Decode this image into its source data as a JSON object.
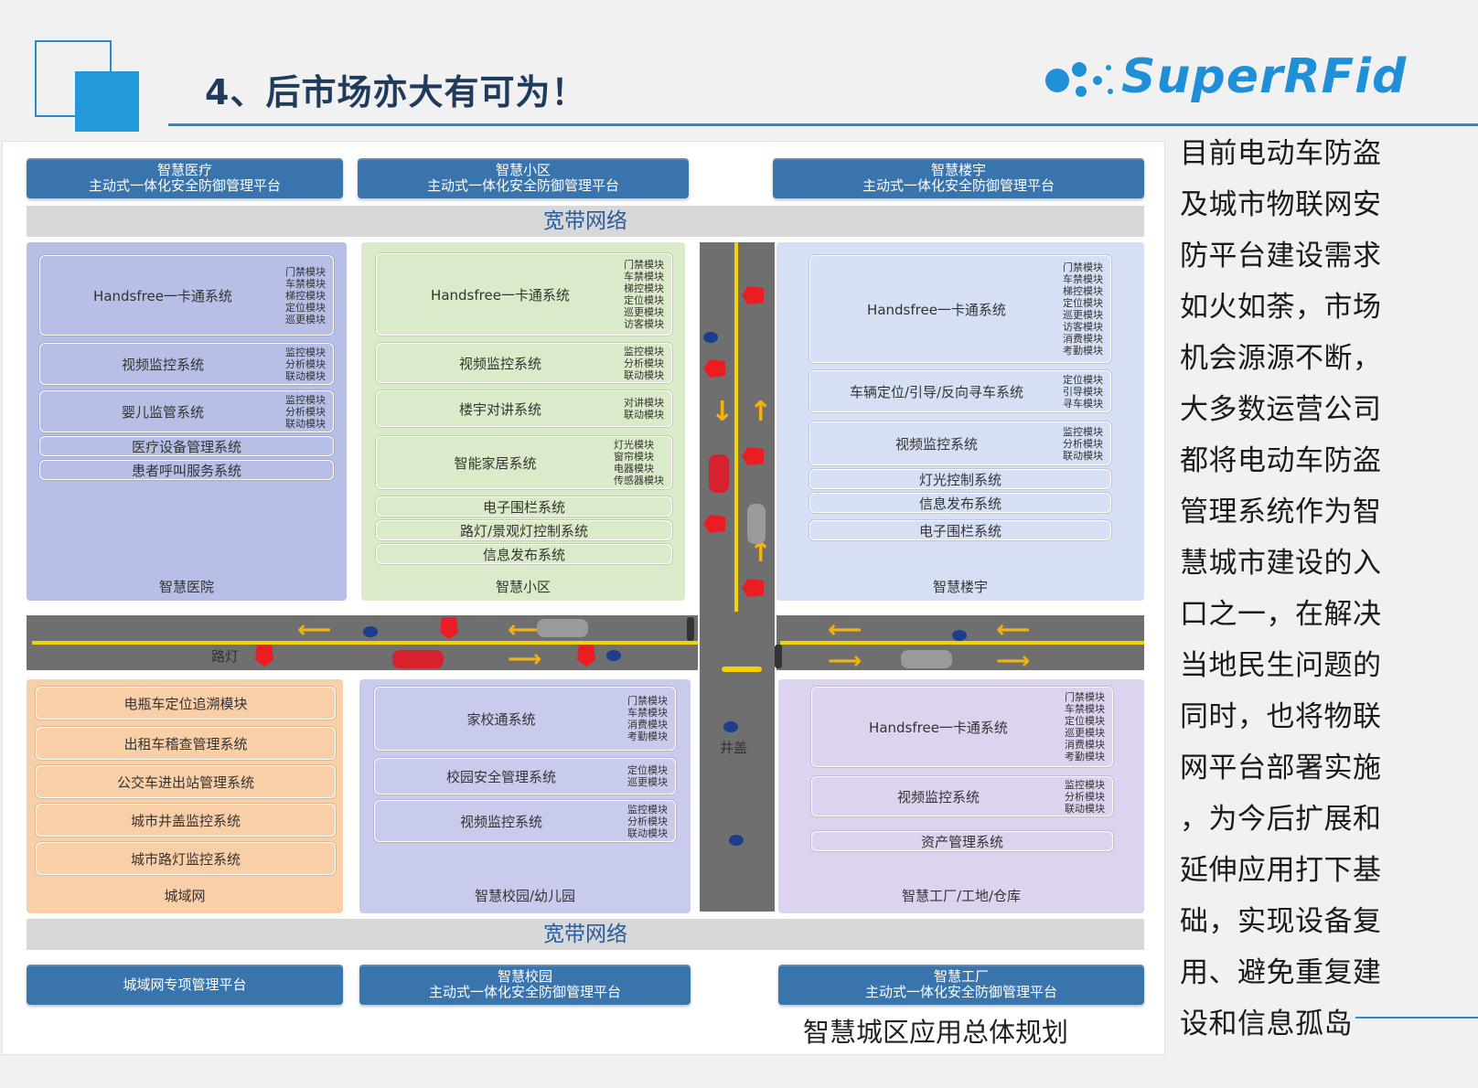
{
  "slide": {
    "title": "4、后市场亦大有可为！",
    "logo_text": "SuperRFid"
  },
  "colors": {
    "accent": "#2e8ad0",
    "platform": "#3a74ad",
    "zone_medical": "#b7bfe6",
    "zone_community": "#dbebc9",
    "zone_building": "#d6dff3",
    "zone_city": "#f9cfa8",
    "zone_school": "#c9cbec",
    "zone_factory": "#ddd3ee"
  },
  "platforms": {
    "top_left": {
      "line1": "智慧医疗",
      "line2": "主动式一体化安全防御管理平台"
    },
    "top_mid": {
      "line1": "智慧小区",
      "line2": "主动式一体化安全防御管理平台"
    },
    "top_right": {
      "line1": "智慧楼宇",
      "line2": "主动式一体化安全防御管理平台"
    },
    "bottom_left": {
      "line1": "城域网专项管理平台",
      "line2": ""
    },
    "bottom_mid": {
      "line1": "智慧校园",
      "line2": "主动式一体化安全防御管理平台"
    },
    "bottom_right": {
      "line1": "智慧工厂",
      "line2": "主动式一体化安全防御管理平台"
    }
  },
  "network": {
    "top": "宽带网络",
    "bottom": "宽带网络"
  },
  "zones": {
    "medical": {
      "label": "智慧医院",
      "systems": [
        {
          "name": "Handsfree一卡通系统",
          "modules": "门禁模块\n车禁模块\n梯控模块\n定位模块\n巡更模块"
        },
        {
          "name": "视频监控系统",
          "modules": "监控模块\n分析模块\n联动模块"
        },
        {
          "name": "婴儿监管系统",
          "modules": "监控模块\n分析模块\n联动模块"
        },
        {
          "name": "医疗设备管理系统",
          "modules": ""
        },
        {
          "name": "患者呼叫服务系统",
          "modules": ""
        }
      ]
    },
    "community": {
      "label": "智慧小区",
      "systems": [
        {
          "name": "Handsfree一卡通系统",
          "modules": "门禁模块\n车禁模块\n梯控模块\n定位模块\n巡更模块\n访客模块"
        },
        {
          "name": "视频监控系统",
          "modules": "监控模块\n分析模块\n联动模块"
        },
        {
          "name": "楼宇对讲系统",
          "modules": "对讲模块\n联动模块"
        },
        {
          "name": "智能家居系统",
          "modules": "灯光模块\n窗帘模块\n电器模块\n传感器模块"
        },
        {
          "name": "电子围栏系统",
          "modules": ""
        },
        {
          "name": "路灯/景观灯控制系统",
          "modules": ""
        },
        {
          "name": "信息发布系统",
          "modules": ""
        }
      ]
    },
    "building": {
      "label": "智慧楼宇",
      "systems": [
        {
          "name": "Handsfree一卡通系统",
          "modules": "门禁模块\n车禁模块\n梯控模块\n定位模块\n巡更模块\n访客模块\n消费模块\n考勤模块"
        },
        {
          "name": "车辆定位/引导/反向寻车系统",
          "modules": "定位模块\n引导模块\n寻车模块"
        },
        {
          "name": "视频监控系统",
          "modules": "监控模块\n分析模块\n联动模块"
        },
        {
          "name": "灯光控制系统",
          "modules": ""
        },
        {
          "name": "信息发布系统",
          "modules": ""
        },
        {
          "name": "电子围栏系统",
          "modules": ""
        }
      ]
    },
    "city": {
      "label": "城域网",
      "systems": [
        {
          "name": "电瓶车定位追溯模块",
          "modules": ""
        },
        {
          "name": "出租车稽查管理系统",
          "modules": ""
        },
        {
          "name": "公交车进出站管理系统",
          "modules": ""
        },
        {
          "name": "城市井盖监控系统",
          "modules": ""
        },
        {
          "name": "城市路灯监控系统",
          "modules": ""
        }
      ]
    },
    "school": {
      "label": "智慧校园/幼儿园",
      "systems": [
        {
          "name": "家校通系统",
          "modules": "门禁模块\n车禁模块\n消费模块\n考勤模块"
        },
        {
          "name": "校园安全管理系统",
          "modules": "定位模块\n巡更模块"
        },
        {
          "name": "视频监控系统",
          "modules": "监控模块\n分析模块\n联动模块"
        }
      ]
    },
    "factory": {
      "label": "智慧工厂/工地/仓库",
      "systems": [
        {
          "name": "Handsfree一卡通系统",
          "modules": "门禁模块\n车禁模块\n定位模块\n巡更模块\n消费模块\n考勤模块"
        },
        {
          "name": "视频监控系统",
          "modules": "监控模块\n分析模块\n联动模块"
        },
        {
          "name": "资产管理系统",
          "modules": ""
        }
      ]
    }
  },
  "road": {
    "streetlight_label": "路灯",
    "manhole_label": "井盖"
  },
  "caption": "智慧城区应用总体规划",
  "side_text": [
    "目前电动车防盗",
    "及城市物联网安",
    "防平台建设需求",
    "如火如荼，市场",
    "机会源源不断，",
    "大多数运营公司",
    "都将电动车防盗",
    "管理系统作为智",
    "慧城市建设的入",
    "口之一，在解决",
    "当地民生问题的",
    "同时，也将物联",
    "网平台部署实施",
    "，为今后扩展和",
    "延伸应用打下基",
    "础，实现设备复",
    "用、避免重复建",
    "设和信息孤岛"
  ]
}
